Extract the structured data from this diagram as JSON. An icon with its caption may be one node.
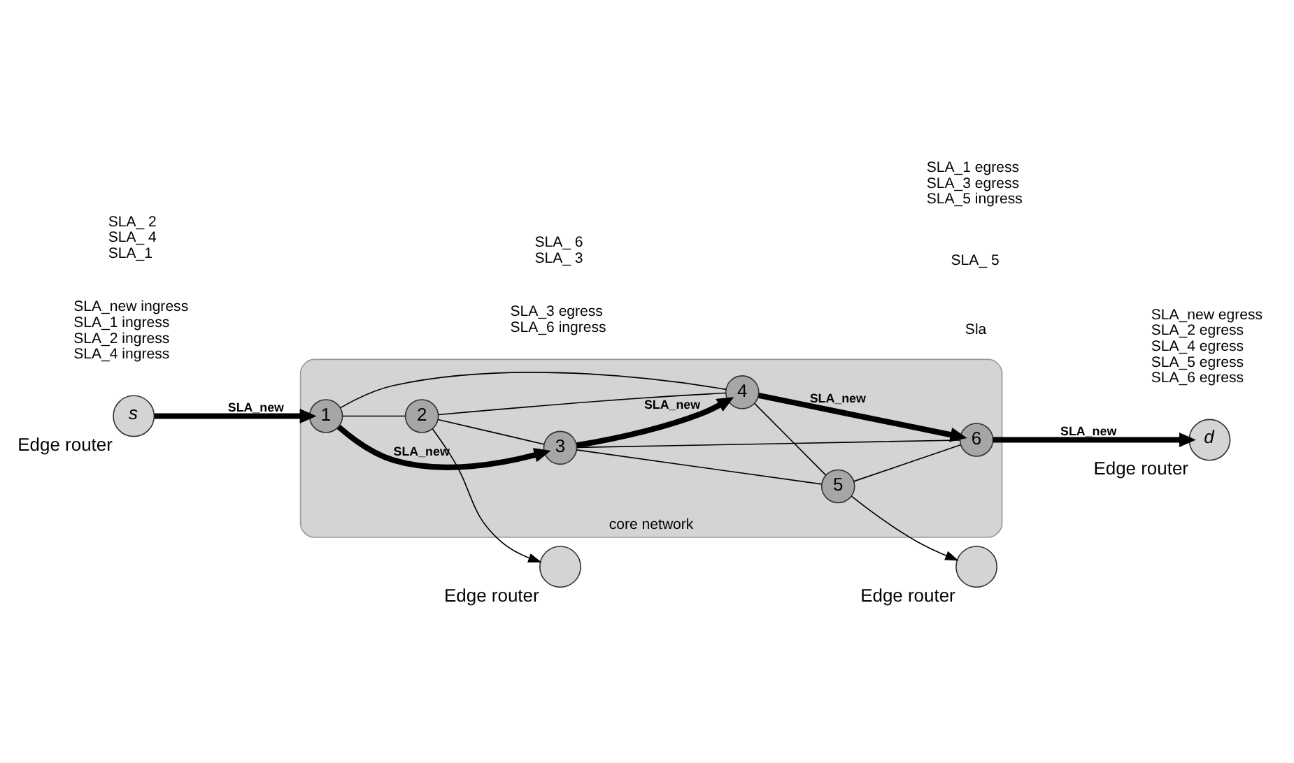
{
  "diagram": {
    "nodes": [
      {
        "text": [
          "core network"
        ]
      },
      {
        "text": [
          "1"
        ],
        "in": 0
      },
      {
        "text": [
          "2"
        ],
        "in": 0
      },
      {
        "text": [
          "3"
        ],
        "in": 0
      },
      {
        "text": [
          "4"
        ],
        "in": 0
      },
      {
        "text": [
          "5"
        ],
        "in": 0
      },
      {
        "text": [
          "6"
        ],
        "in": 0
      },
      {
        "text": [
          "s"
        ],
        "beside": [
          "Edge router"
        ]
      },
      {
        "text": [
          "d"
        ],
        "beside": [
          "Edge router"
        ]
      },
      {
        "text": [],
        "shape": "circle",
        "beside": [
          "Edge router"
        ]
      },
      {
        "text": [],
        "shape": "circle",
        "beside": [
          "Edge router"
        ]
      }
    ],
    "edges": [
      {
        "from": 7,
        "to": 1,
        "arrow": "to",
        "label": "SLA_new",
        "style": "thick"
      },
      {
        "from": 1,
        "to": 3,
        "arrow": "to",
        "label": "SLA_new",
        "style": "thick"
      },
      {
        "from": 3,
        "to": 4,
        "arrow": "to",
        "label": "SLA_new",
        "style": "thick"
      },
      {
        "from": 4,
        "to": 6,
        "arrow": "to",
        "label": "SLA_new",
        "style": "thick"
      },
      {
        "from": 6,
        "to": 8,
        "arrow": "to",
        "label": "SLA_new",
        "style": "thick"
      },
      {
        "from": 1,
        "to": 2,
        "arrow": "none"
      },
      {
        "from": 1,
        "to": 4,
        "arrow": "none"
      },
      {
        "from": 2,
        "to": 4,
        "arrow": "none"
      },
      {
        "from": 2,
        "to": 3,
        "arrow": "none"
      },
      {
        "from": 3,
        "to": 5,
        "arrow": "none"
      },
      {
        "from": 3,
        "to": 6,
        "arrow": "none"
      },
      {
        "from": 4,
        "to": 5,
        "arrow": "none"
      },
      {
        "from": 5,
        "to": 6,
        "arrow": "none"
      },
      {
        "from": 2,
        "to": 9,
        "arrow": "to"
      },
      {
        "from": 5,
        "to": 10,
        "arrow": "to"
      }
    ],
    "labels": [
      "SLA_3 egress",
      "SLA_6 ingress",
      "SLA_ 6",
      "SLA_ 3",
      "SLA_new ingress",
      "SLA_1 ingress",
      "SLA_2 ingress",
      "SLA_4 ingress",
      "SLA_new egress",
      "SLA_2 egress",
      "SLA_4 egress",
      "SLA_5 egress",
      "SLA_6 egress",
      "SLA_ 2",
      "SLA_ 4",
      "SLA_1",
      "Sla",
      "SLA_ 5",
      "SLA_1 egress",
      "SLA_3 egress",
      "SLA_5 ingress"
    ]
  }
}
